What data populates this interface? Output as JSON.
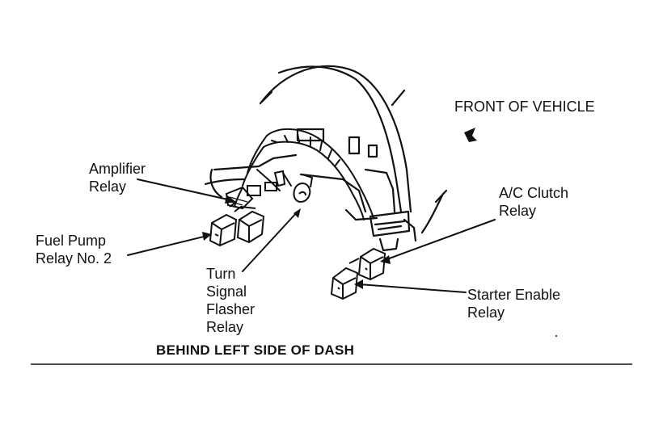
{
  "labels": {
    "front_of_vehicle": "FRONT OF VEHICLE",
    "amplifier_relay": [
      "Amplifier",
      "Relay"
    ],
    "fuel_pump_relay": [
      "Fuel Pump",
      "Relay No. 2"
    ],
    "turn_signal_flasher_relay": [
      "Turn",
      "Signal",
      "Flasher",
      "Relay"
    ],
    "ac_clutch_relay": [
      "A/C Clutch",
      "Relay"
    ],
    "starter_enable_relay": [
      "Starter Enable",
      "Relay"
    ]
  },
  "caption": "BEHIND LEFT SIDE OF DASH",
  "colors": {
    "ink": "#111111",
    "background": "#ffffff"
  }
}
